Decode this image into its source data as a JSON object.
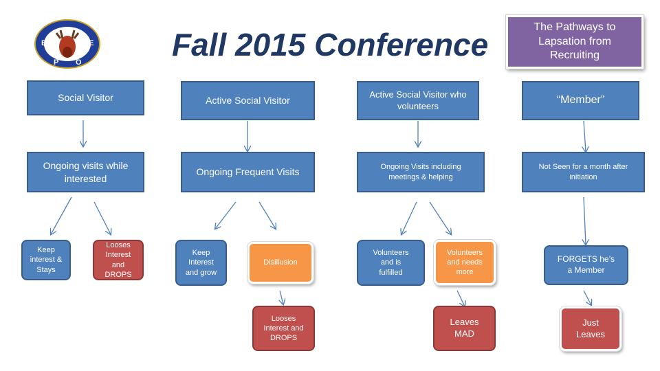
{
  "title": "Fall 2015 Conference",
  "subtitle_box": "The Pathways to Lapsation from Recruiting",
  "logo": {
    "letters": [
      "B",
      "P",
      "O",
      "E"
    ],
    "icon": "elk-emblem-icon"
  },
  "columns": [
    {
      "header": "Social Visitor",
      "stage": "Ongoing visits while interested",
      "outcomes": [
        "Keep interest & Stays",
        "Looses Interest and DROPS"
      ]
    },
    {
      "header": "Active Social Visitor",
      "stage": "Ongoing Frequent Visits",
      "outcomes": [
        "Keep Interest and grow",
        "Disillusion"
      ],
      "final": "Looses Interest and DROPS"
    },
    {
      "header": "Active Social Visitor who volunteers",
      "stage": "Ongoing Visits including meetings & helping",
      "outcomes": [
        "Volunteers and is fulfilled",
        "Volunteers and needs more"
      ],
      "final": "Leaves MAD"
    },
    {
      "header": "“Member”",
      "stage": "Not Seen for a month after initiation",
      "outcomes": [
        "FORGETS he’s a Member"
      ],
      "final": "Just Leaves"
    }
  ],
  "colors": {
    "title": "#1f3864",
    "blue": "#4f81bd",
    "red": "#c0504d",
    "orange": "#f79646",
    "purple": "#8064a2",
    "arrow": "#4f81bd"
  }
}
